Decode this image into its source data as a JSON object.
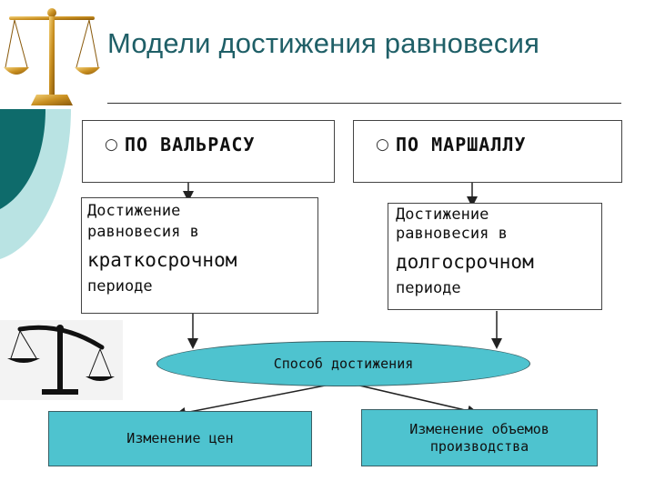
{
  "title": "Модели достижения равновесия",
  "left_model": {
    "bullet": "○",
    "header": "ПО ВАЛЬРАСУ",
    "line1": "Достижение",
    "line2": "равновесия в",
    "line3": "краткосрочном",
    "line4": "периоде"
  },
  "right_model": {
    "bullet": "○",
    "header": "ПО МАРШАЛЛУ",
    "line1": "Достижение",
    "line2": "равновесия в",
    "line3": "долгосрочном",
    "line4": "периоде"
  },
  "method": "Способ достижения",
  "outcomes": {
    "left": "Изменение цен",
    "right_line1": "Изменение объемов",
    "right_line2": "производства"
  },
  "colors": {
    "title": "#1f5f67",
    "teal_dark": "#0e6b6b",
    "teal_light": "#b9e3e3",
    "cyan": "#4ec3cf"
  },
  "icons": [
    "scales-icon-top",
    "scales-icon-bottom"
  ]
}
